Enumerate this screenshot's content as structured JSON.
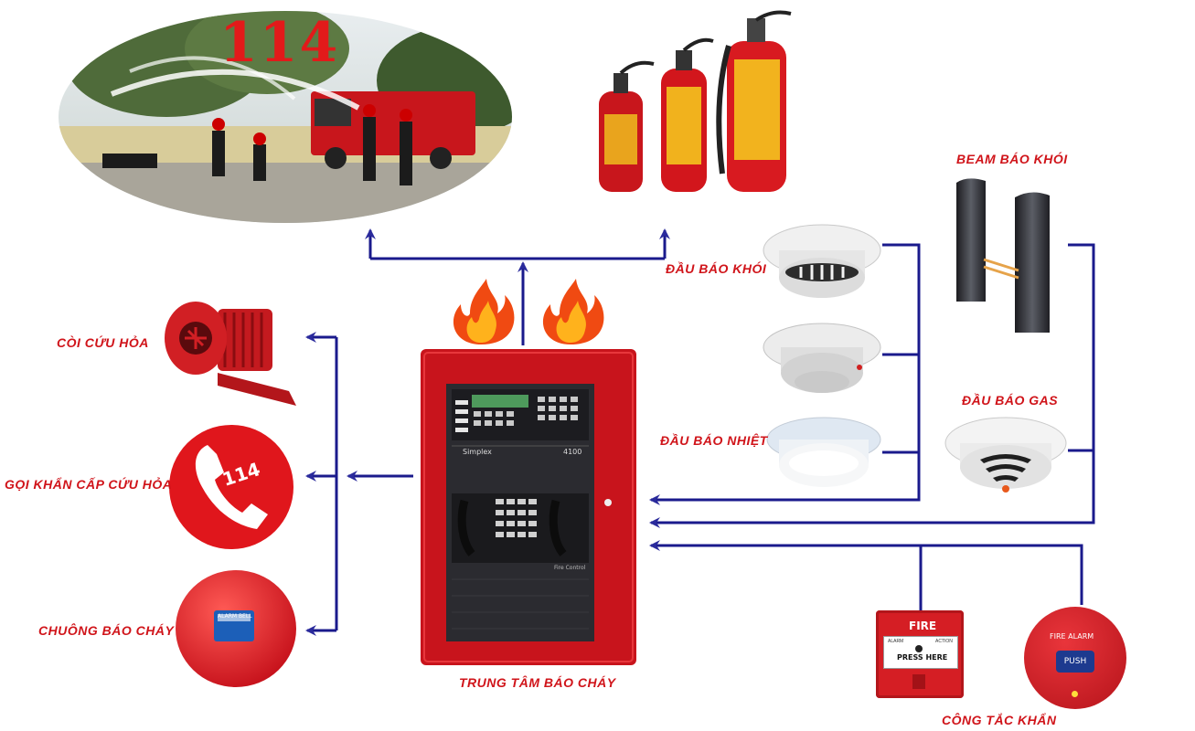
{
  "header": {
    "emergency_number": "114"
  },
  "panel": {
    "label": "TRUNG TÂM BÁO CHÁY",
    "brand": "Simplex",
    "model": "4100",
    "subtitle": "Fire Control"
  },
  "outputs": {
    "siren": "CÒI CỨU HỎA",
    "call": "GỌI KHẨN CẤP CỨU HỎA",
    "call_number": "114",
    "bell": "CHUÔNG BÁO CHÁY",
    "bell_plate": "ALARM BELL"
  },
  "inputs": {
    "smoke": "ĐẦU BÁO KHÓI",
    "heat": "ĐẦU BÁO NHIỆT",
    "beam": "BEAM BÁO KHÓI",
    "gas": "ĐẦU BÁO GAS",
    "manual": "CÔNG TẮC KHẨN"
  },
  "manual_station": {
    "title": "FIRE",
    "press": "PRESS HERE",
    "alarm": "ALARM",
    "action": "ACTION"
  },
  "push_button": {
    "title": "FIRE ALARM",
    "button": "PUSH"
  },
  "colors": {
    "label_red": "#d0141a",
    "wire_blue": "#1a1a8c",
    "panel_red": "#c8141c"
  }
}
